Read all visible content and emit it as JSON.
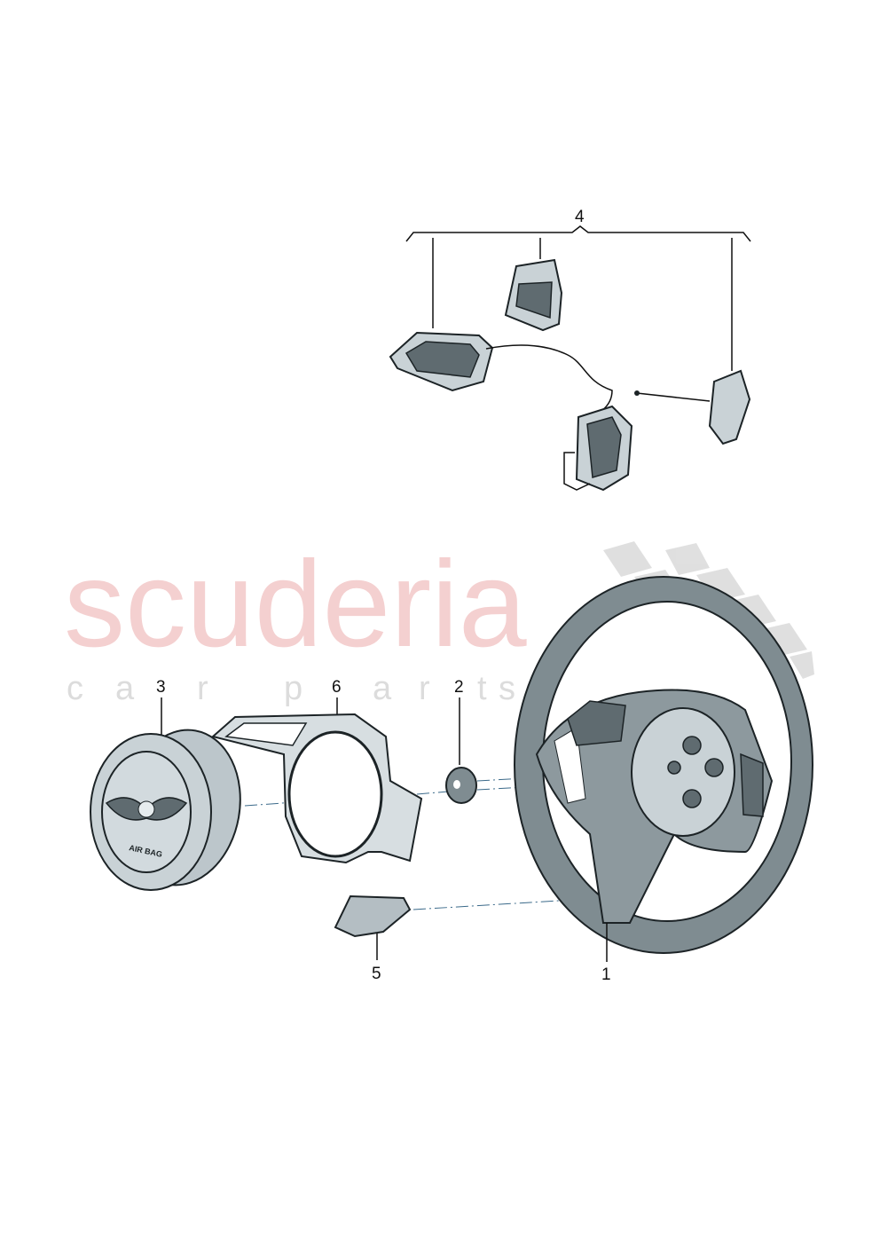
{
  "watermark": {
    "brand": "scuderia",
    "tagline": [
      "c",
      "a",
      "r",
      "p",
      "a",
      "r",
      "t",
      "s"
    ],
    "colors": {
      "brand": "#f3c8c8",
      "tagline": "#dcdcdc",
      "checker": "#d8d8d8"
    }
  },
  "callouts": [
    {
      "number": "1",
      "part": "steering-wheel"
    },
    {
      "number": "2",
      "part": "plug"
    },
    {
      "number": "3",
      "part": "airbag-unit"
    },
    {
      "number": "4",
      "part": "multifunction-switch-set"
    },
    {
      "number": "5",
      "part": "trim-cover"
    },
    {
      "number": "6",
      "part": "trim-ring"
    }
  ],
  "airbag_label": "AIR BAG"
}
